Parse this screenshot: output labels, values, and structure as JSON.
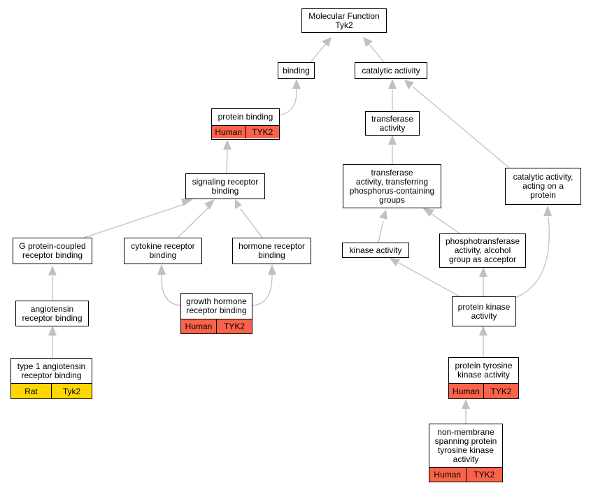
{
  "colors": {
    "human": "#f9634b",
    "rat": "#ffd700",
    "edge": "#c0c0c0"
  },
  "nodes": {
    "mf": {
      "label": "Molecular Function\nTyk2"
    },
    "bind": {
      "label": "binding"
    },
    "cat": {
      "label": "catalytic activity"
    },
    "pb": {
      "label": "protein binding",
      "species": "Human",
      "gene": "TYK2"
    },
    "tr": {
      "label": "transferase\nactivity"
    },
    "trp": {
      "label": "transferase\nactivity, transferring\nphosphorus-containing\ngroups"
    },
    "sig": {
      "label": "signaling receptor\nbinding"
    },
    "catp": {
      "label": "catalytic activity,\nacting on a\nprotein"
    },
    "gpc": {
      "label": "G protein-coupled\nreceptor binding"
    },
    "cyt": {
      "label": "cytokine receptor\nbinding"
    },
    "hor": {
      "label": "hormone receptor\nbinding"
    },
    "kin": {
      "label": "kinase activity"
    },
    "pho": {
      "label": "phosphotransferase\nactivity, alcohol\ngroup as acceptor"
    },
    "ang": {
      "label": "angiotensin\nreceptor binding"
    },
    "gh": {
      "label": "growth hormone\nreceptor binding",
      "species": "Human",
      "gene": "TYK2"
    },
    "pk": {
      "label": "protein kinase\nactivity"
    },
    "t1": {
      "label": "type 1 angiotensin\nreceptor binding",
      "species": "Rat",
      "gene": "Tyk2"
    },
    "ptk": {
      "label": "protein tyrosine\nkinase activity",
      "species": "Human",
      "gene": "TYK2"
    },
    "nm": {
      "label": "non-membrane\nspanning protein\ntyrosine kinase\nactivity",
      "species": "Human",
      "gene": "TYK2"
    }
  }
}
